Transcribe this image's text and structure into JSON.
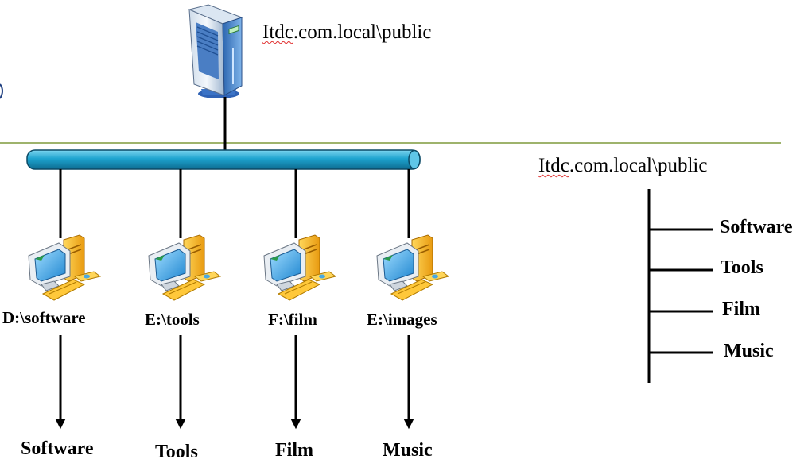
{
  "server": {
    "path_prefix": "Itdc",
    "path_rest": ".com.local\\public",
    "icon": "server-tower-icon"
  },
  "clients": [
    {
      "share": "D:\\software",
      "folder": "Software",
      "icon": "desktop-computer-icon"
    },
    {
      "share": "E:\\tools",
      "folder": "Tools",
      "icon": "desktop-computer-icon"
    },
    {
      "share": "F:\\film",
      "folder": "Film",
      "icon": "desktop-computer-icon"
    },
    {
      "share": "E:\\images",
      "folder": "Music",
      "icon": "desktop-computer-icon"
    }
  ],
  "tree": {
    "root_prefix": "Itdc",
    "root_rest": ".com.local\\public",
    "items": [
      "Software",
      "Tools",
      "Film",
      "Music"
    ]
  },
  "colors": {
    "bus_fill": "#1ea4cf",
    "bus_stroke": "#0b4a66",
    "divider": "#7f9a3c",
    "link": "#000000",
    "monitor_screen": "#3fa8e8",
    "case_orange": "#f6b31b",
    "server_blue": "#4a86c8"
  }
}
